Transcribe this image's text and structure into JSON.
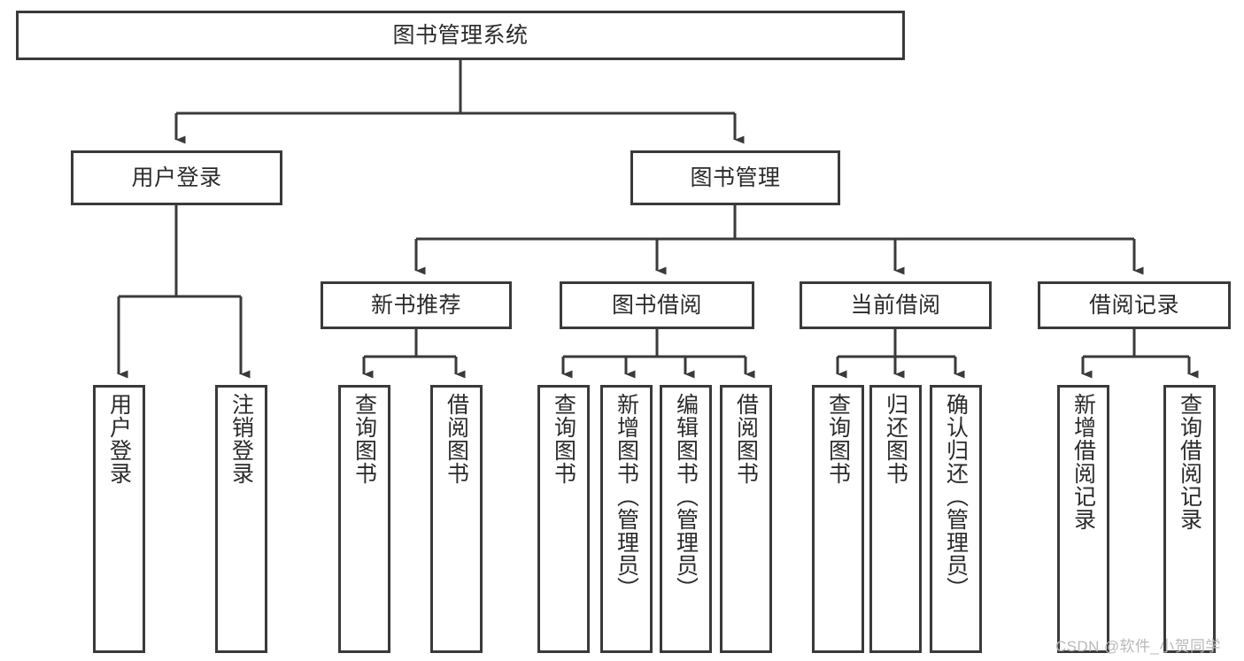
{
  "diagram": {
    "title": "图书管理系统",
    "type": "tree-hierarchy-chart",
    "watermark": "CSDN @软件_小贺同学",
    "line_color": "#3a3a3a",
    "box_fill": "#ffffff",
    "text_color": "#2b2b2b",
    "nodes": {
      "root": {
        "label": "图书管理系统"
      },
      "level2": [
        {
          "label": "用户登录"
        },
        {
          "label": "图书管理"
        }
      ],
      "level3": [
        {
          "label": "新书推荐"
        },
        {
          "label": "图书借阅"
        },
        {
          "label": "当前借阅"
        },
        {
          "label": "借阅记录"
        }
      ],
      "leaves": {
        "user_login": [
          {
            "label": "用户登录"
          },
          {
            "label": "注销登录"
          }
        ],
        "new_book_recommend": [
          {
            "label": "查询图书"
          },
          {
            "label": "借阅图书"
          }
        ],
        "book_borrow": [
          {
            "label": "查询图书"
          },
          {
            "label": "新增图书（管理员）"
          },
          {
            "label": "编辑图书（管理员）"
          },
          {
            "label": "借阅图书"
          }
        ],
        "current_borrow": [
          {
            "label": "查询图书"
          },
          {
            "label": "归还图书"
          },
          {
            "label": "确认归还（管理员）"
          }
        ],
        "borrow_record": [
          {
            "label": "新增借阅记录"
          },
          {
            "label": "查询借阅记录"
          }
        ]
      }
    }
  }
}
